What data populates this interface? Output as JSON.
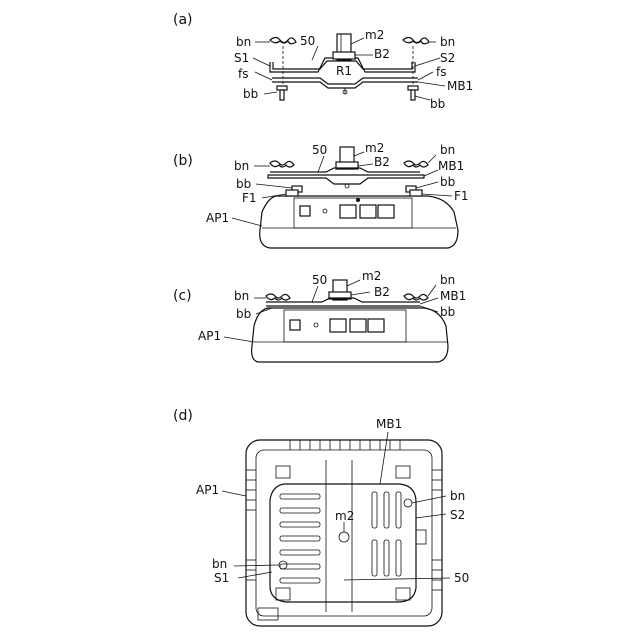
{
  "figures": {
    "a": {
      "caption": "(a)",
      "labels": {
        "bn_left": "bn",
        "n50": "50",
        "m2": "m2",
        "bn_right": "bn",
        "s1": "S1",
        "b2": "B2",
        "s2": "S2",
        "fs_left": "fs",
        "r1": "R1",
        "fs_right": "fs",
        "mb1": "MB1",
        "bb_left": "bb",
        "bb_right": "bb"
      }
    },
    "b": {
      "caption": "(b)",
      "labels": {
        "n50": "50",
        "m2": "m2",
        "bn_right": "bn",
        "bn_left": "bn",
        "b2": "B2",
        "mb1": "MB1",
        "bb_left": "bb",
        "bb_right": "bb",
        "f1_left": "F1",
        "f1_right": "F1",
        "ap1": "AP1"
      }
    },
    "c": {
      "caption": "(c)",
      "labels": {
        "n50": "50",
        "m2": "m2",
        "bn_right": "bn",
        "bn_left": "bn",
        "b2": "B2",
        "mb1": "MB1",
        "bb_left": "bb",
        "bb_right": "bb",
        "ap1": "AP1"
      }
    },
    "d": {
      "caption": "(d)",
      "labels": {
        "mb1": "MB1",
        "ap1": "AP1",
        "bn_right": "bn",
        "s2": "S2",
        "m2": "m2",
        "bn_left": "bn",
        "s1": "S1",
        "n50": "50"
      }
    }
  }
}
